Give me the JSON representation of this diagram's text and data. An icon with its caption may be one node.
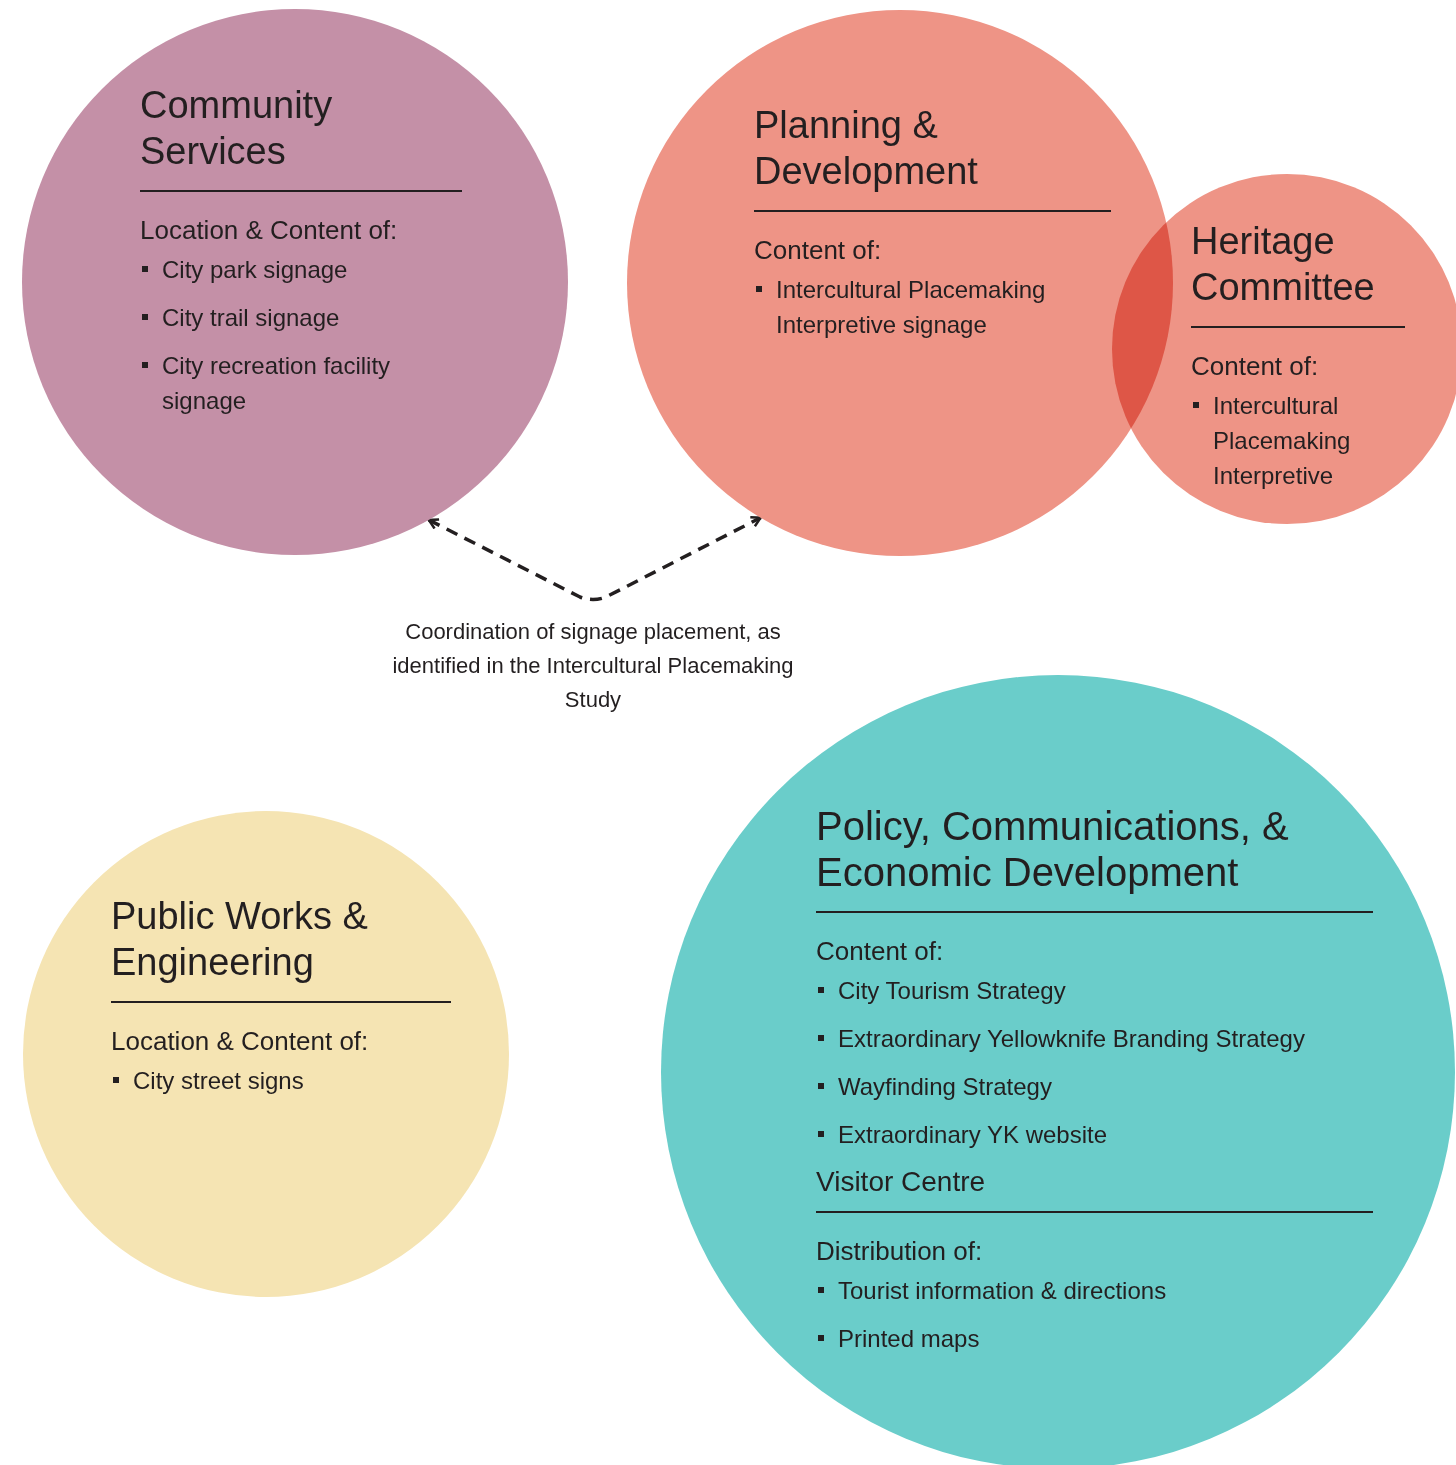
{
  "diagram": {
    "nodes": [
      {
        "text": [
          "Community Services",
          "Location & Content of:",
          "City park signage",
          "City trail signage",
          "City recreation facility signage"
        ]
      },
      {
        "text": [
          "Planning & Development",
          "Content of:",
          "Intercultural Placemaking Interpretive signage"
        ]
      },
      {
        "text": [
          "Heritage Committee",
          "Content of:",
          "Intercultural Placemaking Interpretive"
        ]
      },
      {
        "text": [
          "Public Works & Engineering",
          "Location & Content of:",
          "City street signs"
        ]
      },
      {
        "text": [
          "Policy, Communications, & Economic Development",
          "Content of:",
          "City Tourism Strategy",
          "Extraordinary Yellowknife Branding Strategy",
          "Wayfinding Strategy",
          "Extraordinary YK website",
          "Visitor Centre",
          "Distribution of:",
          "Tourist information & directions",
          "Printed maps"
        ]
      }
    ],
    "edges": [
      {
        "from": 0,
        "to": 1,
        "arrow": "both",
        "style": "dashed",
        "label": "Coordination of signage placement, as identified in the Intercultural Placemaking Study"
      }
    ]
  }
}
